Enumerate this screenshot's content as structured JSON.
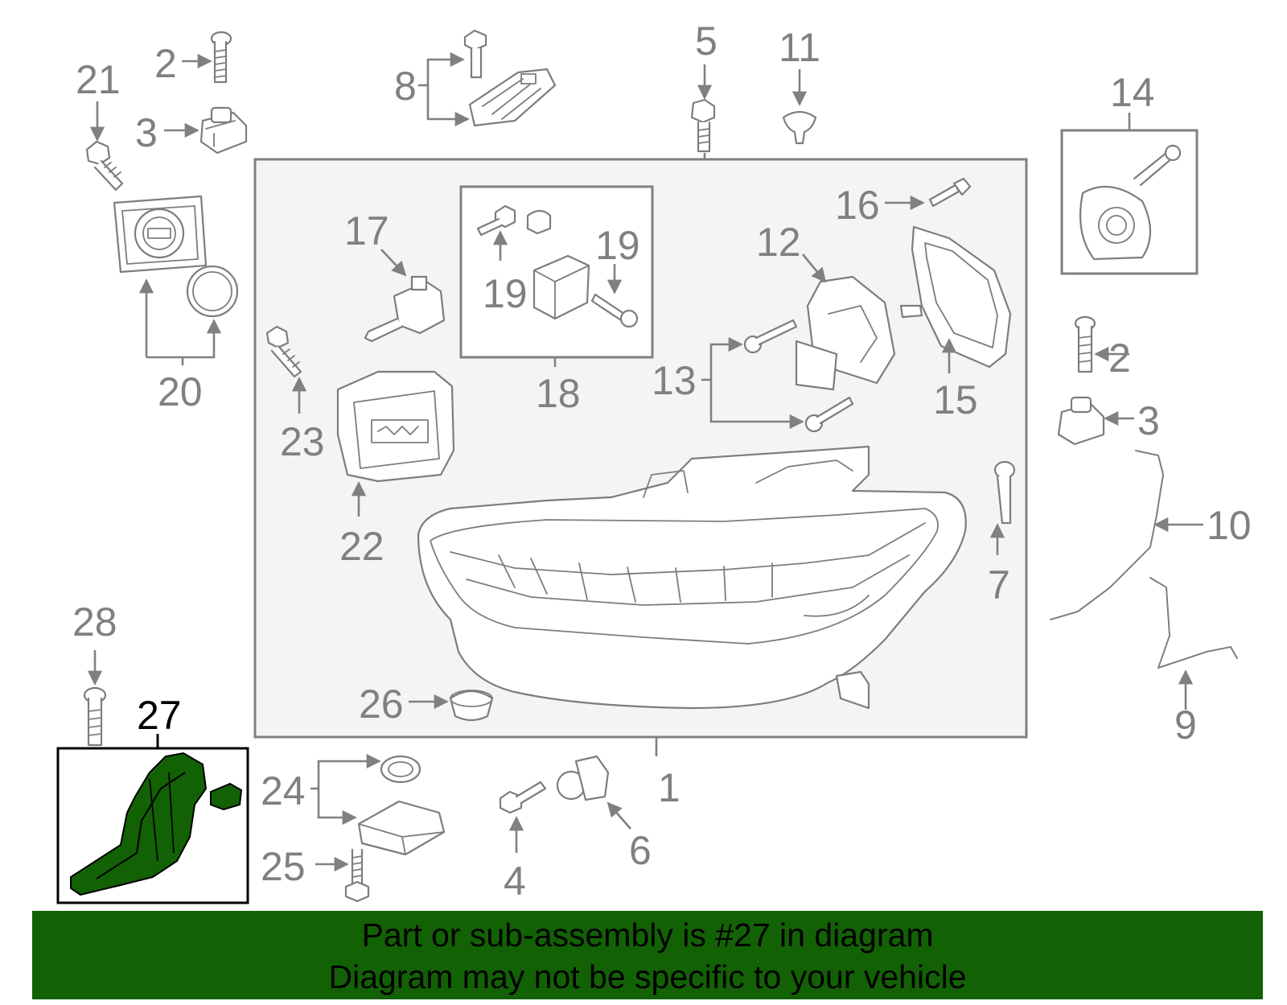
{
  "diagram": {
    "callouts": [
      "1",
      "2",
      "3",
      "4",
      "5",
      "6",
      "7",
      "8",
      "9",
      "10",
      "11",
      "12",
      "13",
      "14",
      "15",
      "16",
      "17",
      "18",
      "19",
      "20",
      "21",
      "22",
      "23",
      "24",
      "25",
      "26",
      "27",
      "28"
    ],
    "highlighted_part": "27",
    "highlight_color": "#136105",
    "line_color": "#7d7d7d",
    "assembly_box_fill": "#f4f4f4"
  },
  "banner": {
    "line1": "Part or sub-assembly is #27 in diagram",
    "line2": "Diagram may not be specific to your vehicle",
    "background": "#136105",
    "text_color": "#000000"
  }
}
